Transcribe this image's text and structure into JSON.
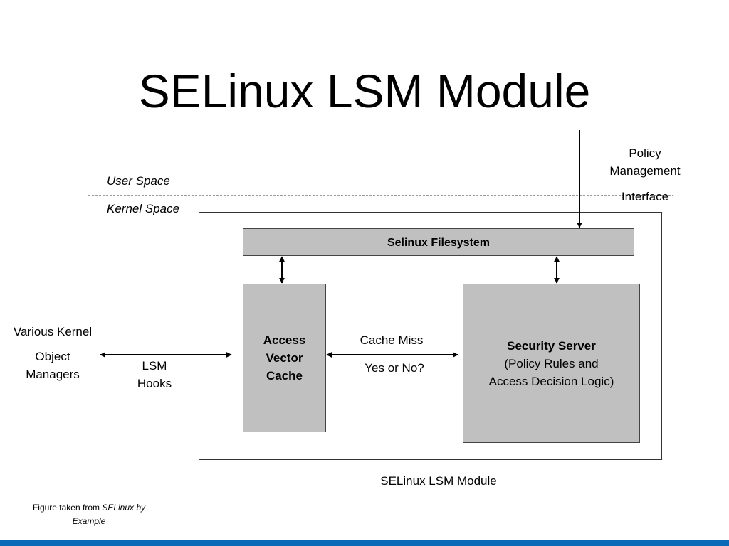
{
  "slide": {
    "title": "SELinux LSM Module"
  },
  "labels": {
    "user_space": "User Space",
    "kernel_space": "Kernel Space",
    "policy_management": [
      "Policy",
      "Management",
      "Interface"
    ],
    "various_kernel": [
      "Various Kernel",
      "Object",
      "Managers"
    ],
    "lsm_hooks": [
      "LSM",
      "Hooks"
    ],
    "cache_miss": "Cache Miss",
    "yes_or_no": "Yes or No?",
    "module_caption": "SELinux LSM Module"
  },
  "boxes": {
    "filesystem": "Selinux Filesystem",
    "avc": [
      "Access",
      "Vector",
      "Cache"
    ],
    "security_server": {
      "title": "Security Server",
      "lines": [
        "(Policy Rules and",
        "Access Decision Logic)"
      ]
    }
  },
  "citation": {
    "prefix": "Figure taken from ",
    "source": "SELinux by",
    "source_line2": "Example"
  },
  "colors": {
    "box_fill": "#c0c0c0",
    "footer_bar": "#0a6ab8"
  }
}
